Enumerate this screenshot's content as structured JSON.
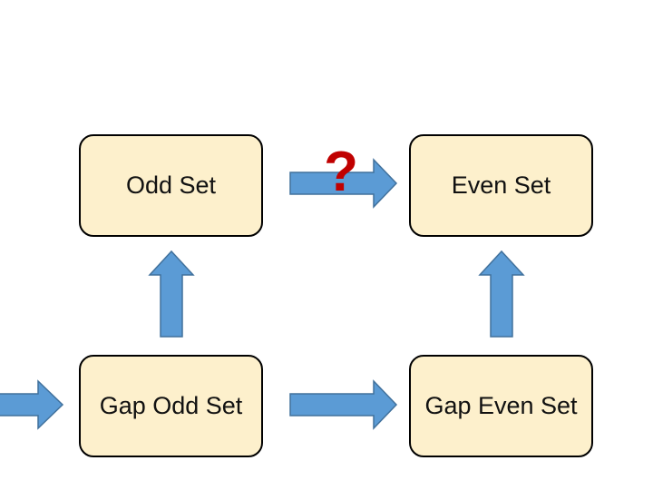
{
  "diagram": {
    "boxes": {
      "odd_set": "Odd Set",
      "even_set": "Even Set",
      "gap_odd_set": "Gap Odd Set",
      "gap_even_set": "Gap Even Set"
    },
    "question_mark": "?",
    "colors": {
      "box_fill": "#fdf0cc",
      "box_border": "#000000",
      "arrow_fill": "#5b9bd5",
      "arrow_stroke": "#41719c",
      "question_mark": "#c00000"
    }
  }
}
